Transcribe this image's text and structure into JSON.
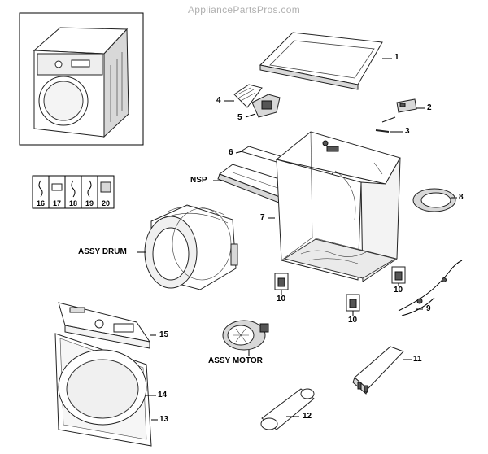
{
  "watermark": "AppliancePartsPros.com",
  "callouts": {
    "c1": "1",
    "c2": "2",
    "c3": "3",
    "c4": "4",
    "c5": "5",
    "c6": "6",
    "c7": "7",
    "c8": "8",
    "c9": "9",
    "c10a": "10",
    "c10b": "10",
    "c10c": "10",
    "c11": "11",
    "c12": "12",
    "c13": "13",
    "c14": "14",
    "c15": "15",
    "nsp": "NSP",
    "assy_drum": "ASSY DRUM",
    "assy_motor": "ASSY MOTOR"
  },
  "accessory_boxes": [
    "16",
    "17",
    "18",
    "19",
    "20"
  ]
}
